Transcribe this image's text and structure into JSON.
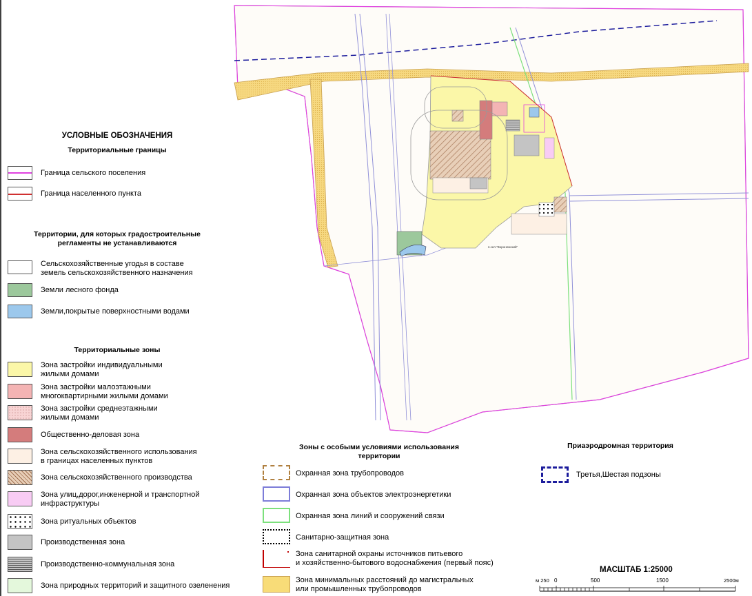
{
  "legend": {
    "title": "УСЛОВНЫЕ ОБОЗНАЧЕНИЯ",
    "boundaries_heading": "Территориальные границы",
    "boundaries": [
      {
        "label": "Граница сельского поселения",
        "color": "#e040e0"
      },
      {
        "label": "Граница населенного пункта",
        "color": "#d03030"
      }
    ],
    "no_regs_heading_1": "Территории, для которых градостроительные",
    "no_regs_heading_2": "регламенты не устанавливаются",
    "no_regs": [
      {
        "line1": "Сельскохозяйственные угодья в составе",
        "line2": "земель сельскохозяйственного назначения",
        "color": "#ffffff"
      },
      {
        "line1": "Земли лесного фонда",
        "line2": "",
        "color": "#9cc89c"
      },
      {
        "line1": "Земли,покрытые поверхностными водами",
        "line2": "",
        "color": "#9cc8ec"
      }
    ],
    "zones_heading": "Территориальные зоны",
    "zones": [
      {
        "line1": "Зона застройки индивидуальными",
        "line2": "жилыми домами",
        "color": "#fbf7a8",
        "pattern": "solid"
      },
      {
        "line1": "Зона застройки малоэтажными",
        "line2": "многоквартирными жилыми домами",
        "color": "#f4b4b4",
        "pattern": "solid"
      },
      {
        "line1": "Зона застройки среднеэтажными",
        "line2": "жилыми домами",
        "color": "#f8d4d4",
        "pattern": "dots"
      },
      {
        "line1": "Общественно-деловая зона",
        "line2": "",
        "color": "#d47c7c",
        "pattern": "solid"
      },
      {
        "line1": "Зона сельскохозяйственного использования",
        "line2": "в границах населенных пунктов",
        "color": "#fdf0e4",
        "pattern": "solid"
      },
      {
        "line1": "Зона сельскохозяйственного производства",
        "line2": "",
        "color": "#e8cfb8",
        "pattern": "hatch"
      },
      {
        "line1": "Зона улиц,дорог,инженерной и транспортной",
        "line2": "инфраструктуры",
        "color": "#f8ccf4",
        "pattern": "solid"
      },
      {
        "line1": "Зона ритуальных объектов",
        "line2": "",
        "color": "#ffffff",
        "pattern": "bigdots"
      },
      {
        "line1": "Производственная зона",
        "line2": "",
        "color": "#c4c4c4",
        "pattern": "solid"
      },
      {
        "line1": "Производственно-коммунальная зона",
        "line2": "",
        "color": "#c4c4c4",
        "pattern": "hlines"
      },
      {
        "line1": "Зона природных территорий и защитного озеленения",
        "line2": "",
        "color": "#e4f8dc",
        "pattern": "solid"
      }
    ],
    "special_heading_1": "Зоны с особыми условиями использования",
    "special_heading_2": "территории",
    "special": [
      {
        "line1": "Охранная зона трубопроводов",
        "line2": "",
        "color": "#b08040"
      },
      {
        "line1": "Охранная зона объектов электроэнергетики",
        "line2": "",
        "color": "#7c7cd8"
      },
      {
        "line1": "Охранная зона линий и сооружений связи",
        "line2": "",
        "color": "#7ce07c"
      },
      {
        "line1": "Санитарно-защитная зона",
        "line2": "",
        "color": "#000000"
      },
      {
        "line1": "Зона санитарной охраны источников питьевого",
        "line2": "и хозяйственно-бытового водоснабжения (первый пояс)",
        "color": "#c00000"
      },
      {
        "line1": "Зона минимальных расстояний до магистральных",
        "line2": "или промышленных трубопроводов",
        "color": "#f8dc78"
      }
    ],
    "aero_heading": "Приаэродромная территория",
    "aero_label": "Третья,Шестая подзоны",
    "aero_color": "#1c1c9c"
  },
  "map": {
    "settlement_label": "п.сел.\"Воронежский\""
  },
  "scale": {
    "title": "МАСШТАБ 1:25000",
    "ticks": [
      "м 250",
      "0",
      "500",
      "1500",
      "2500м"
    ]
  }
}
